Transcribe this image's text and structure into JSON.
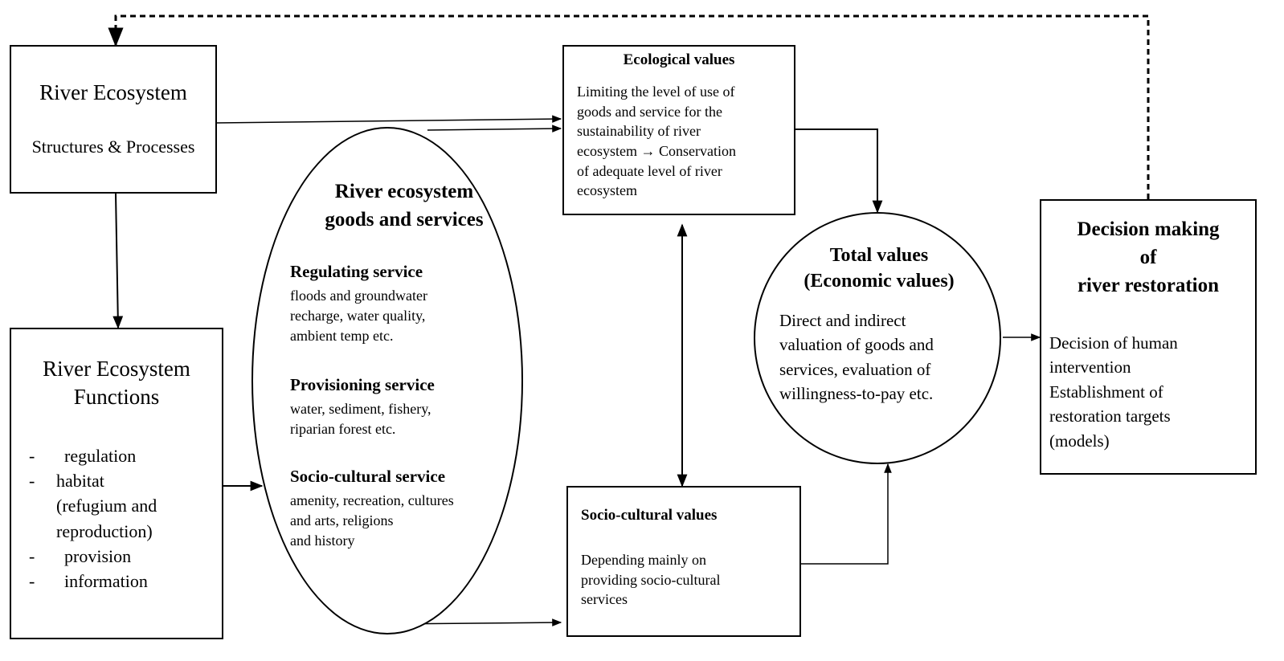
{
  "river_ecosystem": {
    "title": "River Ecosystem",
    "subtitle": "Structures & Processes"
  },
  "functions": {
    "title": "River Ecosystem\nFunctions",
    "items": [
      {
        "dash": "-",
        "text": "regulation"
      },
      {
        "dash": "-",
        "text": "habitat\n(refugium and\nreproduction)"
      },
      {
        "dash": "-",
        "text": "provision"
      },
      {
        "dash": "-",
        "text": "information"
      }
    ]
  },
  "goods_services": {
    "title": "River ecosystem\ngoods and services",
    "regulating_title": "Regulating service",
    "regulating_text": "floods and groundwater\nrecharge, water quality,\nambient temp etc.",
    "provisioning_title": "Provisioning service",
    "provisioning_text": "water, sediment, fishery,\nriparian forest etc.",
    "socio_title": "Socio-cultural service",
    "socio_text": "amenity, recreation, cultures\nand arts, religions\n and history"
  },
  "ecological": {
    "title": "Ecological values",
    "text": "Limiting the level of use of\ngoods and service for the\nsustainability of river\necosystem → Conservation\nof adequate level of river\necosystem"
  },
  "socio_values": {
    "title": "Socio-cultural values",
    "text": "Depending mainly on\nproviding socio-cultural\nservices"
  },
  "total_values": {
    "title": "Total values\n(Economic values)",
    "text": "Direct and indirect\nvaluation of goods and\nservices, evaluation of\nwillingness-to-pay etc."
  },
  "decision": {
    "title": "Decision making\nof\nriver restoration",
    "text": "Decision of  human\nintervention\nEstablishment of\nrestoration targets\n(models)"
  },
  "colors": {
    "line": "#000000",
    "background": "#ffffff"
  }
}
